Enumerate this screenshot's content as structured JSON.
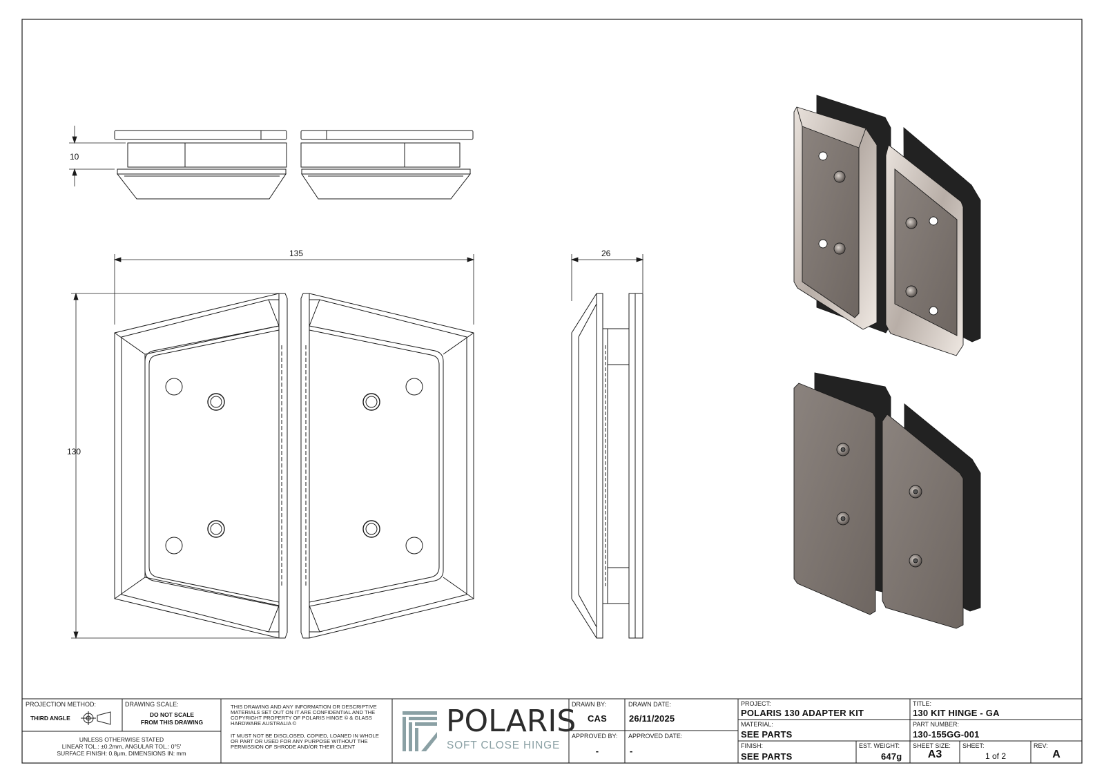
{
  "dimensions": {
    "thickness": "10",
    "width": "135",
    "height": "130",
    "depth": "26"
  },
  "title_block": {
    "projection_method_label": "PROJECTION METHOD:",
    "projection_method_value": "THIRD ANGLE",
    "drawing_scale_label": "DRAWING SCALE:",
    "drawing_scale_line1": "DO NOT SCALE",
    "drawing_scale_line2": "FROM THIS DRAWING",
    "tolerance_line1": "UNLESS OTHERWISE STATED",
    "tolerance_line2": "LINEAR TOL.: ±0.2mm, ANGULAR TOL.: 0°5'",
    "tolerance_line3": "SURFACE FINISH: 0.8μm, DIMENSIONS IN: mm",
    "notice_para1": "THIS DRAWING AND ANY INFORMATION OR DESCRIPTIVE MATERIALS SET OUT ON IT ARE CONFIDENTIAL AND THE COPYRIGHT PROPERTY OF POLARIS HINGE © & GLASS HARDWARE AUSTRALIA ©",
    "notice_para2": "IT MUST NOT BE DISCLOSED, COPIED, LOANED IN WHOLE OR PART OR USED FOR ANY PURPOSE WITHOUT THE PERMISSION OF SHRODE AND/OR THEIR CLIENT",
    "logo_name": "POLARIS",
    "logo_tagline": "SOFT CLOSE HINGE",
    "drawn_by_label": "DRAWN BY:",
    "drawn_by_value": "CAS",
    "drawn_date_label": "DRAWN DATE:",
    "drawn_date_value": "26/11/2025",
    "approved_by_label": "APPROVED BY:",
    "approved_by_value": "-",
    "approved_date_label": "APPROVED DATE:",
    "approved_date_value": "-",
    "project_label": "PROJECT:",
    "project_value": "POLARIS 130 ADAPTER KIT",
    "material_label": "MATERIAL:",
    "material_value": "SEE PARTS",
    "finish_label": "FINISH:",
    "finish_value": "SEE PARTS",
    "weight_label": "EST. WEIGHT:",
    "weight_value": "647g",
    "title_label": "TITLE:",
    "title_value": "130 KIT HINGE - GA",
    "part_number_label": "PART NUMBER:",
    "part_number_value": "130-155GG-001",
    "sheet_size_label": "SHEET SIZE:",
    "sheet_size_value": "A3",
    "sheet_label": "SHEET:",
    "sheet_value": "1 of 2",
    "rev_label": "REV:",
    "rev_value": "A"
  },
  "colors": {
    "line": "#1a1a1a",
    "logo": "#8aa0a4",
    "metal_face": "#7a726d",
    "metal_light": "#cfc6c0",
    "gasket": "#202020"
  }
}
